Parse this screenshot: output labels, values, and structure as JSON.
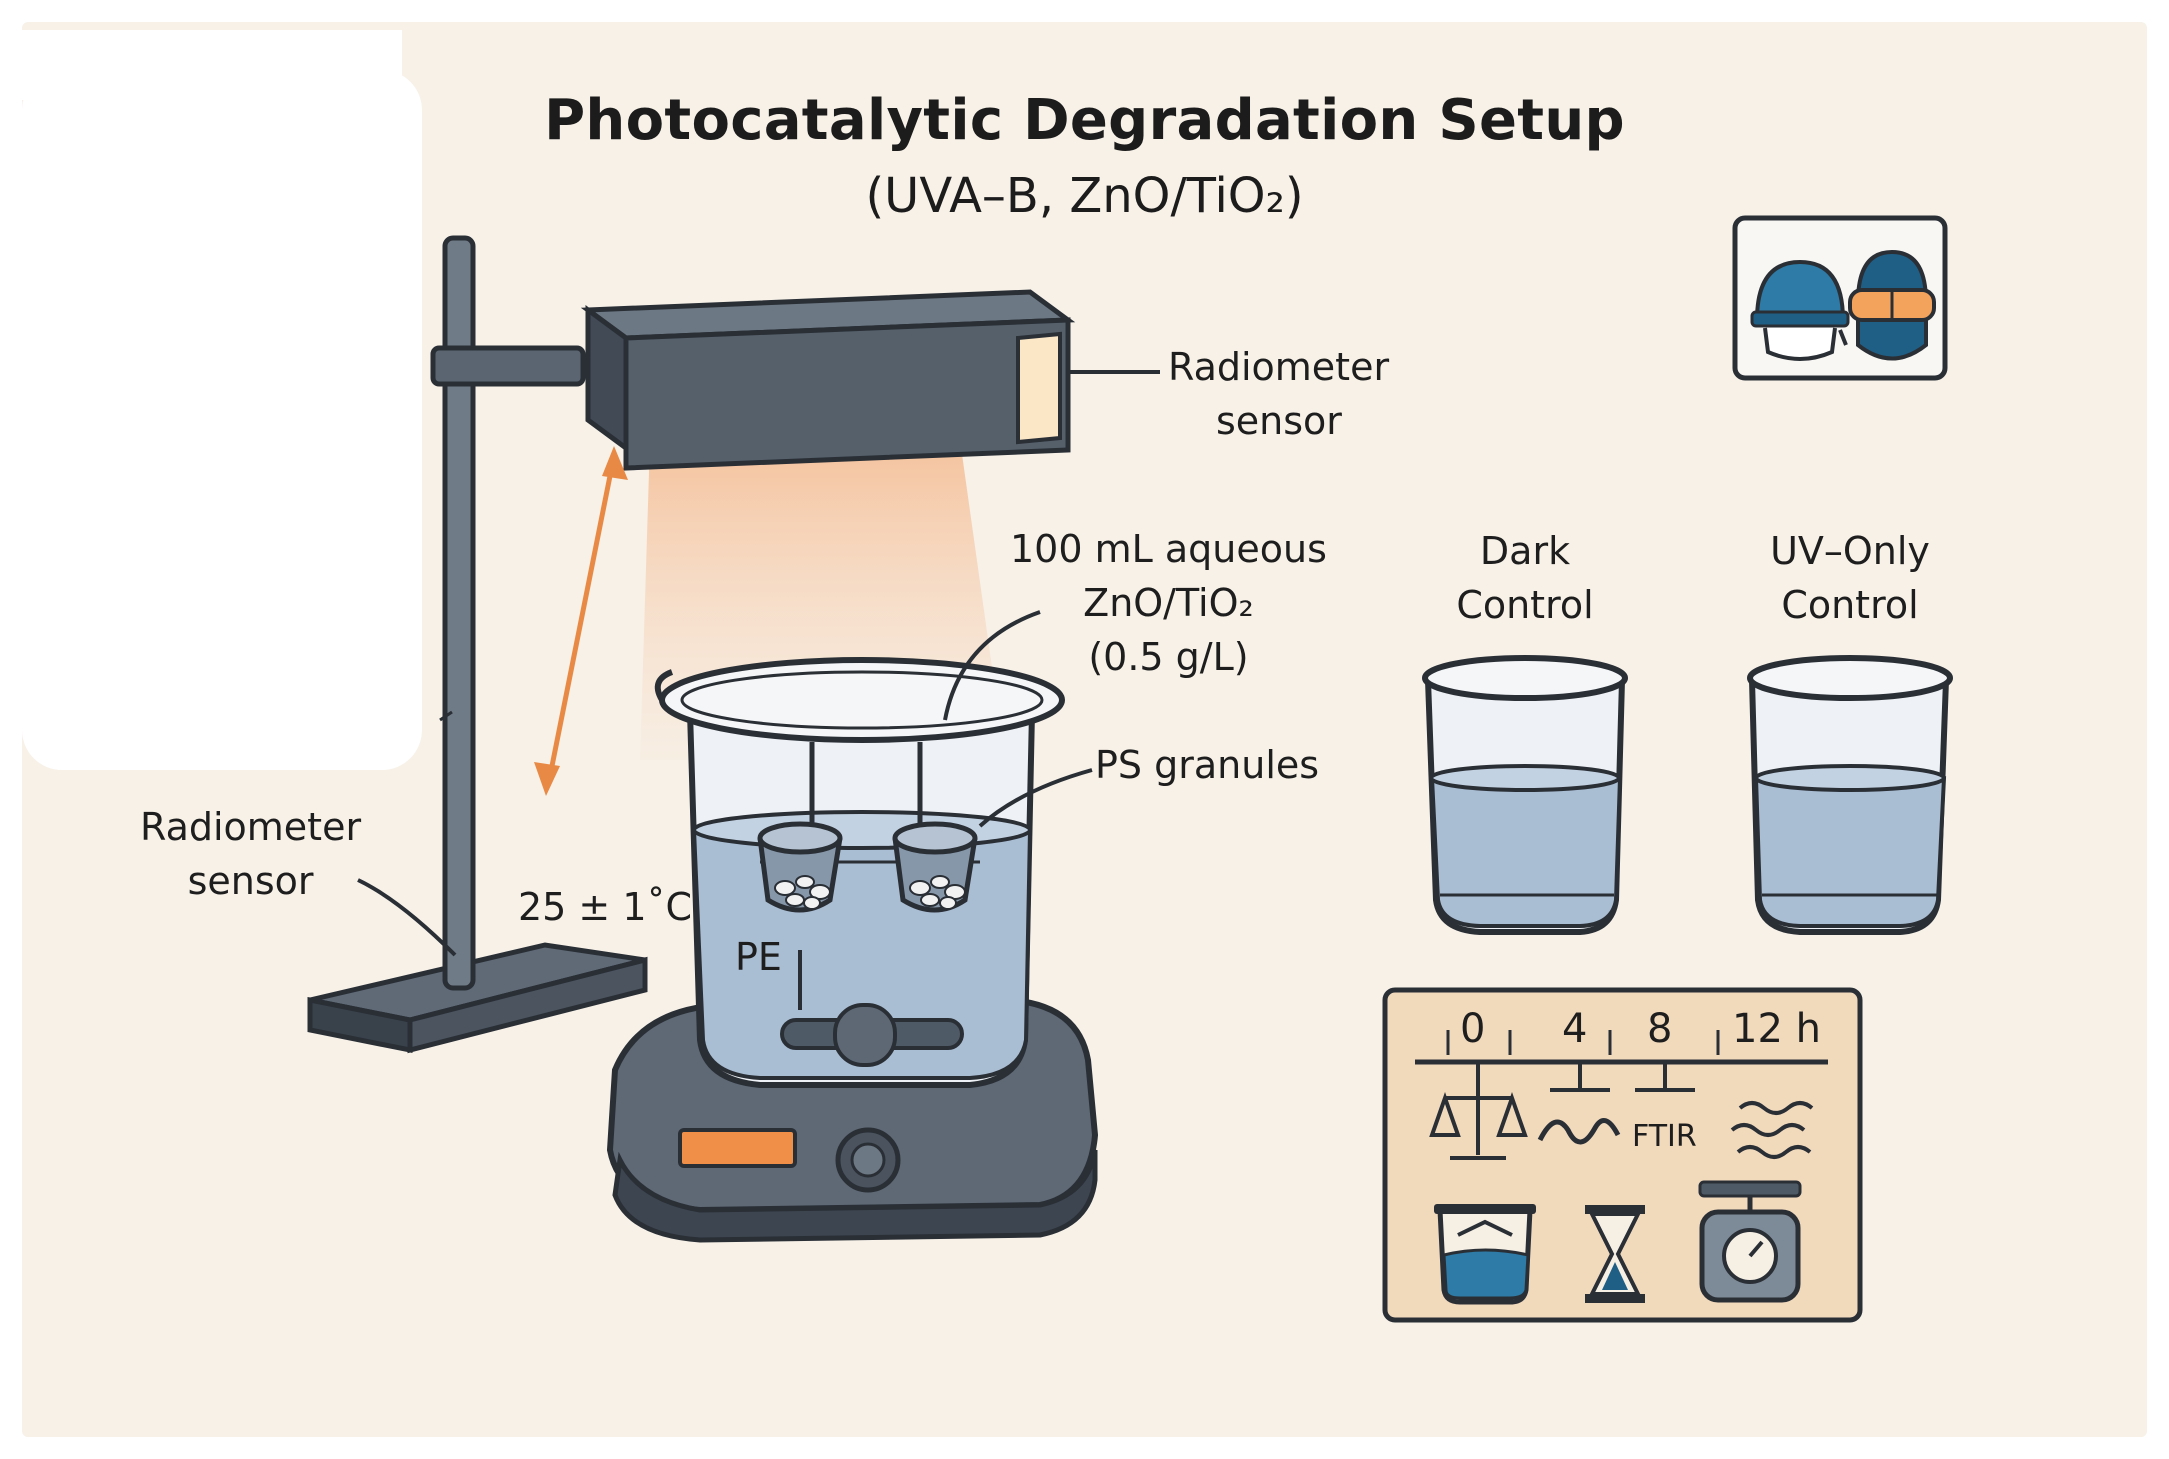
{
  "title": "Photocatalytic Degradation Setup",
  "subtitle": "(UVA–B, ZnO/TiO₂)",
  "labels": {
    "lamp_sensor_line1": "Radiometer",
    "lamp_sensor_line2": "sensor",
    "stand_sensor_line1": "Radiometer",
    "stand_sensor_line2": "sensor",
    "solution_line1": "100 mL aqueous",
    "solution_line2": "ZnO/TiO₂",
    "solution_line3": "(0.5 g/L)",
    "ps_granules": "PS granules",
    "temperature": "25 ± 1˚C",
    "pe": "PE",
    "dark_control_line1": "Dark",
    "dark_control_line2": "Control",
    "uv_control_line1": "UV–Only",
    "uv_control_line2": "Control"
  },
  "timeline": {
    "ticks": [
      "0",
      "4",
      "8",
      "12 h"
    ],
    "ftir": "FTIR"
  },
  "icons": {
    "safety": [
      "face-shield-icon",
      "goggles-mask-icon"
    ],
    "analysis": [
      "balance-icon",
      "spectrum-wave-icon",
      "ftir-icon",
      "wavy-lines-icon"
    ],
    "tools": [
      "beaker-icon",
      "hourglass-icon",
      "weighing-scale-icon"
    ]
  },
  "colors": {
    "background": "#f7f1e8",
    "metal_dark": "#4f5a67",
    "water": "#a9bdd3",
    "light_beam": "#f6c7a4",
    "accent_orange": "#e88a45",
    "timeline_panel": "#f1d9bc"
  }
}
